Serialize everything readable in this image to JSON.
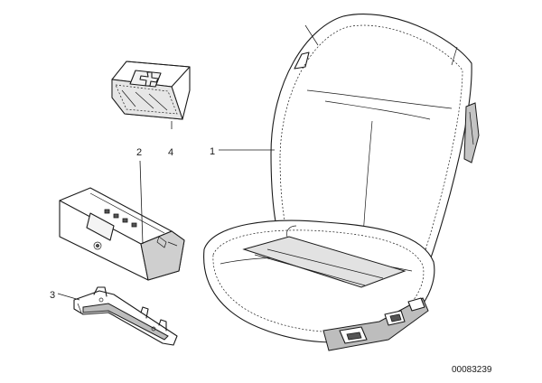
{
  "callouts": {
    "seat": "1",
    "box": "2",
    "bracket": "3",
    "kit": "4"
  },
  "reference_number": "00083239"
}
